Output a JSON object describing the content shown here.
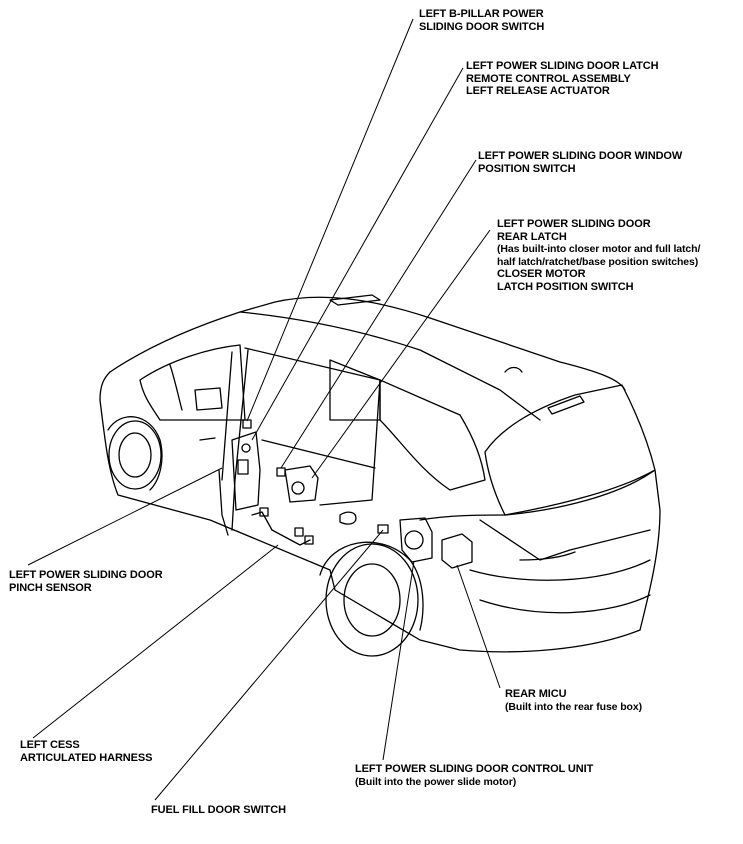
{
  "labels": {
    "b_pillar_switch": [
      "LEFT B-PILLAR POWER",
      "SLIDING DOOR SWITCH"
    ],
    "latch_remote": [
      "LEFT POWER SLIDING DOOR LATCH",
      "REMOTE CONTROL ASSEMBLY",
      "LEFT RELEASE ACTUATOR"
    ],
    "window_position": [
      "LEFT POWER SLIDING DOOR WINDOW",
      "POSITION SWITCH"
    ],
    "rear_latch": [
      "LEFT POWER SLIDING DOOR",
      "REAR LATCH",
      "(Has built-into closer motor and full latch/",
      "half latch/ratchet/base position switches)",
      "CLOSER MOTOR",
      "LATCH POSITION SWITCH"
    ],
    "pinch_sensor": [
      "LEFT POWER SLIDING DOOR",
      "PINCH SENSOR"
    ],
    "cess_harness": [
      "LEFT CESS",
      "ARTICULATED HARNESS"
    ],
    "fuel_switch": [
      "FUEL FILL DOOR SWITCH"
    ],
    "control_unit": [
      "LEFT POWER SLIDING DOOR CONTROL UNIT",
      "(Built into the power slide motor)"
    ],
    "rear_micu": [
      "REAR MICU",
      "(Built into the rear fuse box)"
    ]
  }
}
